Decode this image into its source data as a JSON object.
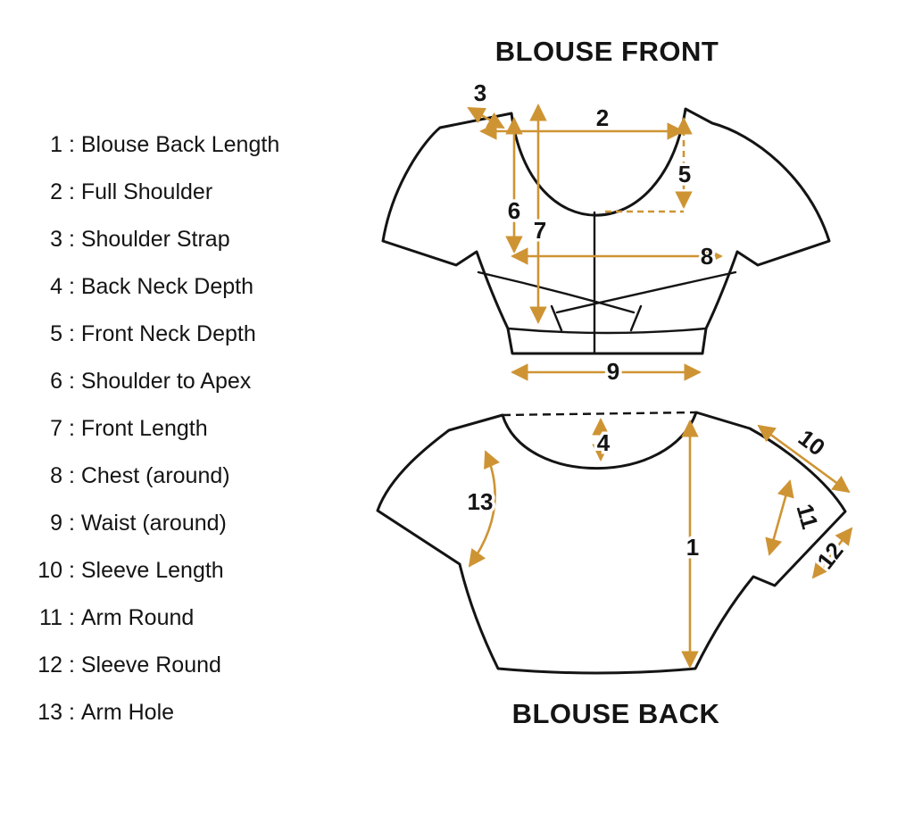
{
  "colors": {
    "background": "#ffffff",
    "line": "#141414",
    "arrow": "#CE9434"
  },
  "titles": {
    "front": "BLOUSE FRONT",
    "back": "BLOUSE BACK"
  },
  "legend": {
    "separator": ":",
    "items": [
      {
        "num": "1",
        "label": "Blouse Back Length"
      },
      {
        "num": "2",
        "label": "Full Shoulder"
      },
      {
        "num": "3",
        "label": "Shoulder Strap"
      },
      {
        "num": "4",
        "label": "Back Neck Depth"
      },
      {
        "num": "5",
        "label": "Front Neck Depth"
      },
      {
        "num": "6",
        "label": "Shoulder to Apex"
      },
      {
        "num": "7",
        "label": "Front Length"
      },
      {
        "num": "8",
        "label": "Chest (around)"
      },
      {
        "num": "9",
        "label": "Waist (around)"
      },
      {
        "num": "10",
        "label": "Sleeve Length"
      },
      {
        "num": "11",
        "label": "Arm Round"
      },
      {
        "num": "12",
        "label": "Sleeve Round"
      },
      {
        "num": "13",
        "label": "Arm Hole"
      }
    ]
  },
  "front_markers": {
    "m2": "2",
    "m3": "3",
    "m5": "5",
    "m6": "6",
    "m7": "7",
    "m8": "8",
    "m9": "9"
  },
  "back_markers": {
    "m1": "1",
    "m4": "4",
    "m10": "10",
    "m11": "11",
    "m12": "12",
    "m13": "13"
  }
}
